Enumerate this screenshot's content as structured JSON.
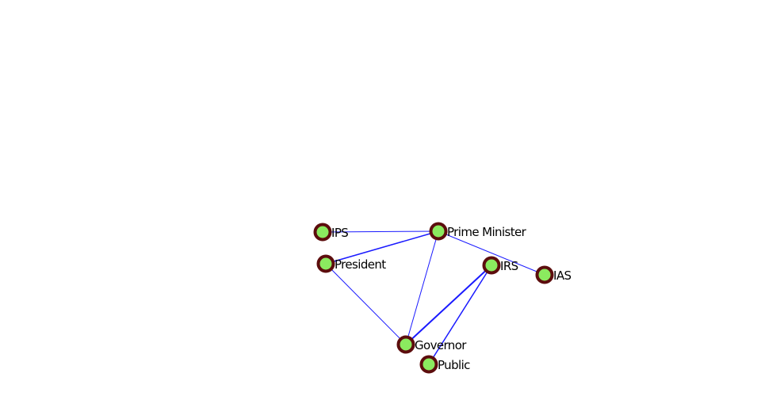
{
  "graph": {
    "node_fill": "#8bea5f",
    "node_stroke": "#5c0d0d",
    "edge_color": "#1a1aff",
    "nodes": [
      {
        "id": "IPS",
        "label": "IPS"
      },
      {
        "id": "Prime Minister",
        "label": "Prime Minister"
      },
      {
        "id": "President",
        "label": "President"
      },
      {
        "id": "IRS",
        "label": "IRS"
      },
      {
        "id": "IAS",
        "label": "IAS"
      },
      {
        "id": "Governor",
        "label": "Governor"
      },
      {
        "id": "Public",
        "label": "Public"
      }
    ],
    "edges": [
      {
        "source": "IPS",
        "target": "Prime Minister",
        "weight": 1
      },
      {
        "source": "President",
        "target": "Prime Minister",
        "weight": 1.5
      },
      {
        "source": "Prime Minister",
        "target": "Governor",
        "weight": 1
      },
      {
        "source": "Prime Minister",
        "target": "IAS",
        "weight": 1
      },
      {
        "source": "President",
        "target": "Governor",
        "weight": 1
      },
      {
        "source": "IRS",
        "target": "Governor",
        "weight": 2
      },
      {
        "source": "IRS",
        "target": "Public",
        "weight": 1.5
      }
    ]
  }
}
